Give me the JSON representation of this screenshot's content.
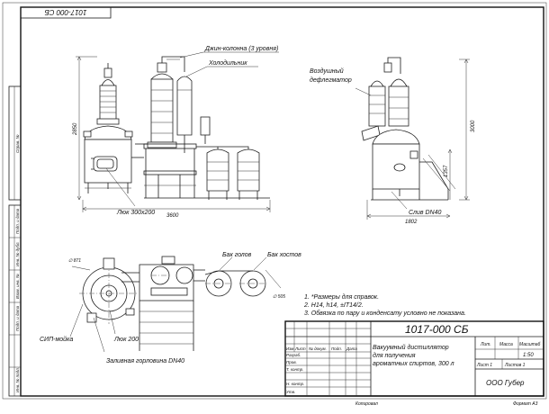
{
  "drawing": {
    "designation": "1017-000 СБ",
    "designation_mirror": "1017-000 СБ",
    "title_lines": [
      "Вакуумный дистиллятор",
      "для получения",
      "ароматных спиртов, 300 л"
    ],
    "organization": "ООО Губер",
    "scale": "1:50",
    "sheet_label": "Лист 1",
    "sheets_label": "Листов 1",
    "footer_copied": "Копировал",
    "footer_format": "Формат А3"
  },
  "title_block": {
    "headers": {
      "lit": "Лит.",
      "mass": "Масса",
      "scale": "Масштаб"
    },
    "row_headers": [
      "Изм.",
      "Лист",
      "№ докум.",
      "Подп.",
      "Дата"
    ],
    "roles": [
      "Разраб.",
      "Пров.",
      "Т. контр.",
      "Н. контр.",
      "Утв."
    ]
  },
  "side_strip": {
    "labels": [
      "Справ. №",
      "Подп. и дата",
      "Инв. № дубл.",
      "Взам. инв. №",
      "Подп. и дата",
      "Инв. № подл."
    ]
  },
  "front_view": {
    "label_column": "Джин-колонна (3 уровня)",
    "label_condenser": "Холодильник",
    "label_hatch": "Люк 300х200",
    "dim_height": "2850",
    "dim_width": "3600"
  },
  "side_view": {
    "label_dephlegmator_1": "Воздушный",
    "label_dephlegmator_2": "дефлегматор",
    "label_drain": "Слив DN40",
    "dim_height_total": "3000",
    "dim_height_lower": "1357",
    "dim_width": "1802"
  },
  "plan_view": {
    "label_heads_tank": "Бак голов",
    "label_tails_tank": "Бак хостов",
    "label_cip": "СИП-мойка",
    "label_hatch": "Люк 200",
    "label_filler": "Заливная горловина DN40",
    "dim_main_diam": "∅ 871",
    "dim_tank_diam": "∅ 505"
  },
  "notes": [
    "1.   *Размеры для справок.",
    "2.   H14, h14, ±IT14/2.",
    "3.   Обвязка по пару и конденсату условно не показана."
  ]
}
